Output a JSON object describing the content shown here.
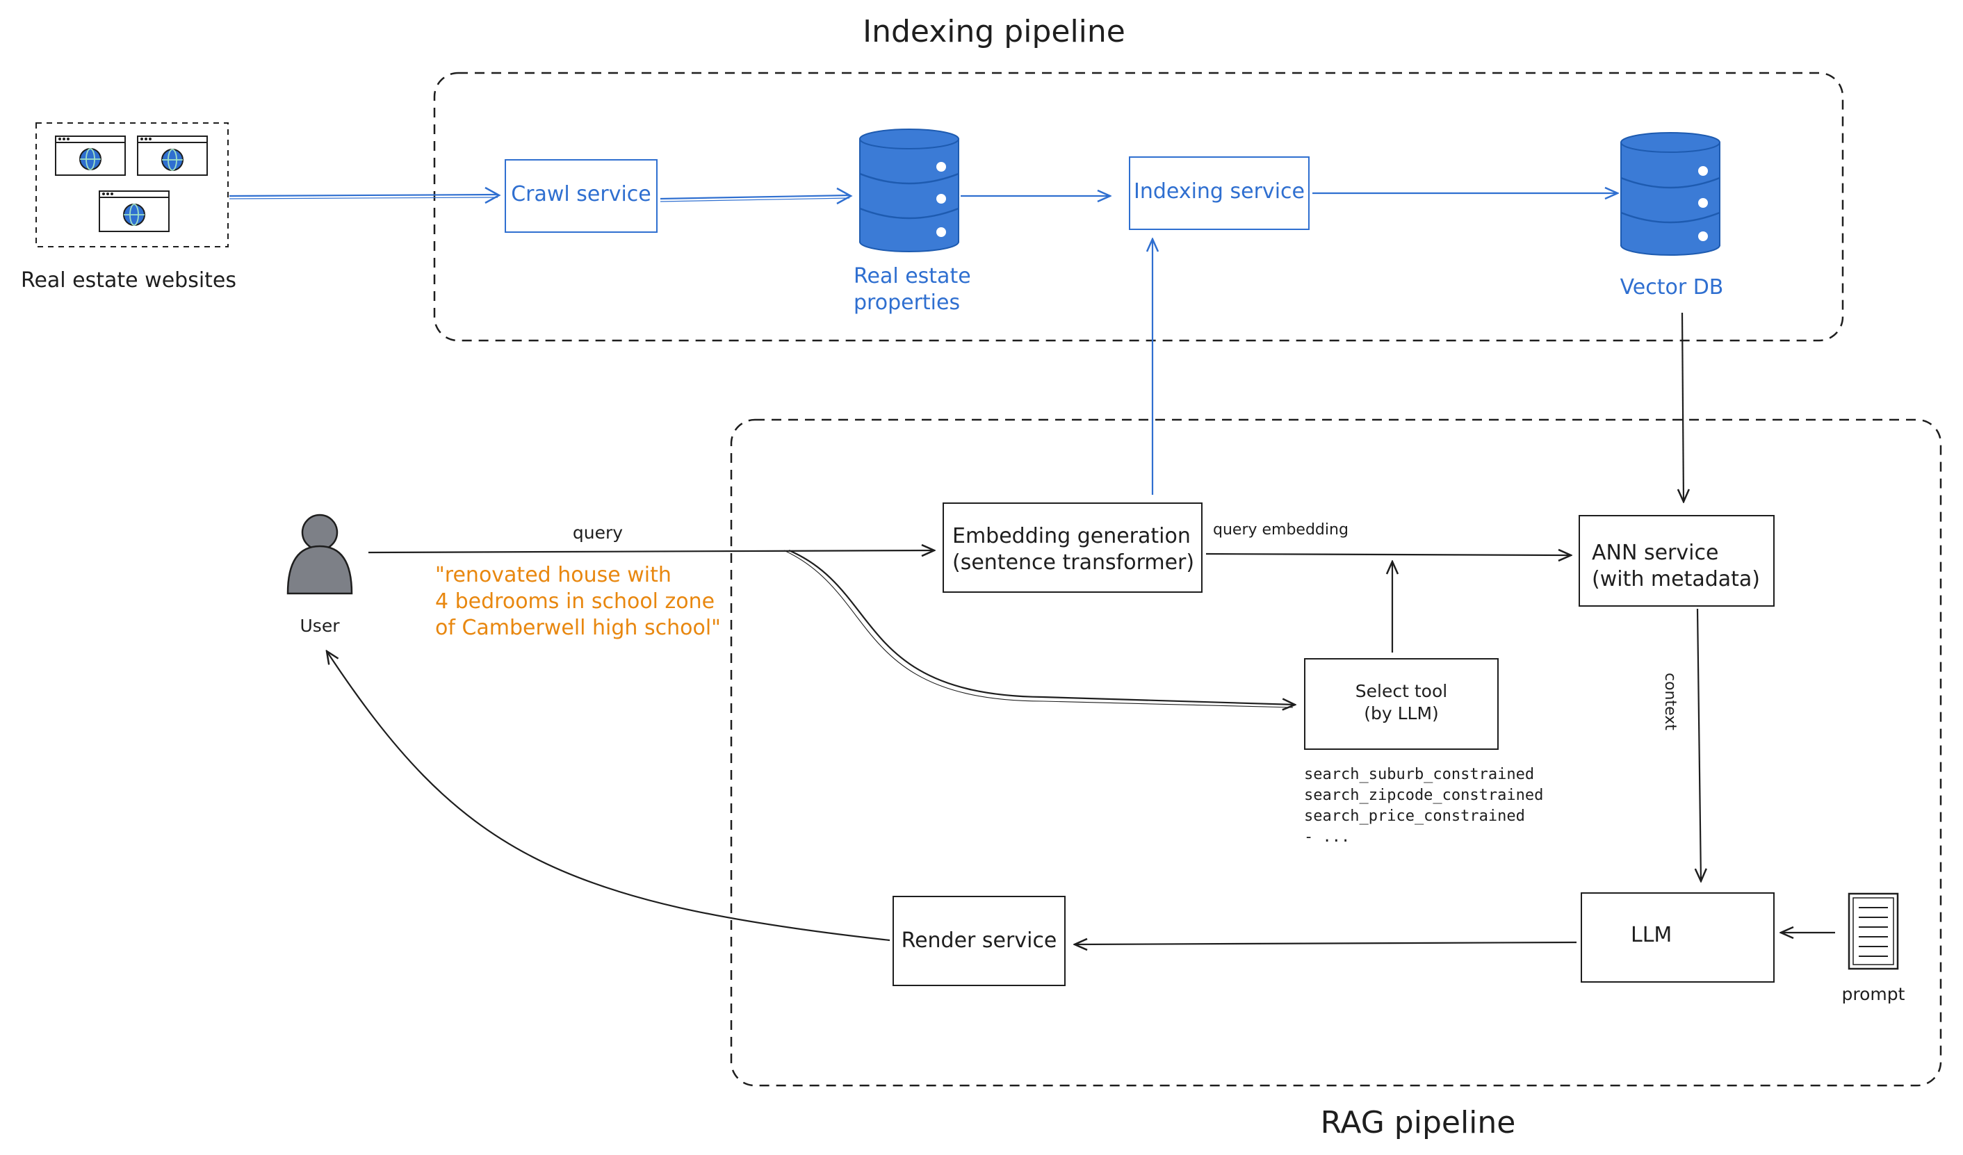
{
  "colors": {
    "blue": "#2f6fd0",
    "orange": "#e8870f",
    "ink": "#1e1e1e",
    "user_fill": "#7d8087"
  },
  "icons": [
    "globe-icon",
    "database-icon",
    "user-icon",
    "document-icon"
  ],
  "groups": {
    "indexing": "Indexing pipeline",
    "rag": "RAG pipeline"
  },
  "nodes": {
    "real_estate_websites": "Real estate websites",
    "crawl_service": "Crawl service",
    "real_estate_properties": [
      "Real estate",
      "properties"
    ],
    "indexing_service": "Indexing service",
    "vector_db": "Vector DB",
    "user": "User",
    "embedding_generation": [
      "Embedding generation",
      "(sentence transformer)"
    ],
    "ann_service": [
      "ANN service",
      "(with metadata)"
    ],
    "select_tool": [
      "Select tool",
      "(by LLM)"
    ],
    "llm": "LLM",
    "render_service": "Render service",
    "prompt": "prompt"
  },
  "edge_labels": {
    "query": "query",
    "query_embedding": "query embedding",
    "context": "context"
  },
  "query_example": [
    "\"renovated house with",
    "4 bedrooms in school zone",
    "of Camberwell high school\""
  ],
  "tools": [
    "search_suburb_constrained",
    "search_zipcode_constrained",
    "search_price_constrained",
    "- ..."
  ]
}
